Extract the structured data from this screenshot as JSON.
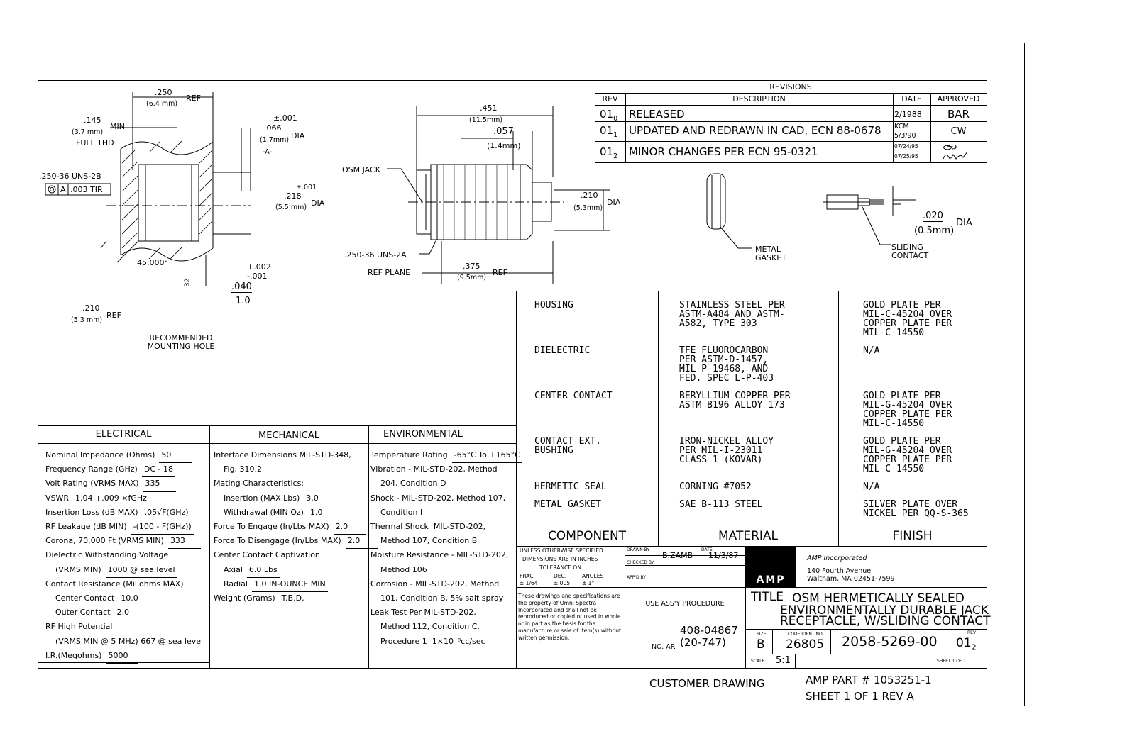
{
  "revisions": {
    "title": "REVISIONS",
    "headers": {
      "rev": "REV",
      "description": "DESCRIPTION",
      "date": "DATE",
      "approved": "APPROVED"
    },
    "rows": [
      {
        "rev": "01",
        "sub": "0",
        "description": "RELEASED",
        "date": "2/1988",
        "approved": "BAR"
      },
      {
        "rev": "01",
        "sub": "1",
        "description": "UPDATED AND REDRAWN IN CAD, ECN 88-0678",
        "date": "KCM",
        "date2": "5/3/90",
        "approved": "CW"
      },
      {
        "rev": "01",
        "sub": "2",
        "description": "MINOR CHANGES PER ECN 95-0321",
        "date": "07/24/95",
        "date2": "07/25/95",
        "approved": ""
      }
    ]
  },
  "drawing": {
    "d_250": ".250",
    "d_250mm": "(6.4 mm)",
    "ref": "REF",
    "d_145": ".145",
    "d_145mm": "(3.7 mm)",
    "min": "MIN",
    "full_thd": "FULL THD",
    "tol_001": "±.001",
    "d_066": ".066",
    "d_066mm": "(1.7mm)",
    "dia": "DIA",
    "datum_a": "-A-",
    "thread_2b": ".250-36 UNS-2B",
    "tir_a": "A",
    "tir_val": ".003 TIR",
    "d_218": ".218",
    "tol_218": "±.001",
    "d_218mm": "(5.5 mm)",
    "angle": "45.000°",
    "tol_plus": "+.002",
    "tol_minus": "-.001",
    "d_040": ".040",
    "d_1_0": "1.0",
    "finish_32": "32",
    "d_210": ".210",
    "d_210mm": "(5.3 mm)",
    "rec_line1": "RECOMMENDED",
    "rec_line2": "MOUNTING HOLE",
    "d_451": ".451",
    "d_451mm": "(11.5mm)",
    "d_057": ".057",
    "d_057mm": "(1.4mm)",
    "osm_jack": "OSM JACK",
    "d_210b": ".210",
    "d_210bmm": "(5.3mm)",
    "thread_2a": ".250-36 UNS-2A",
    "ref_plane": "REF PLANE",
    "d_375": ".375",
    "d_375mm": "(9.5mm)",
    "gasket_line1": "METAL",
    "gasket_line2": "GASKET",
    "d_020": ".020",
    "d_020mm": "(0.5mm)",
    "sliding_line1": "SLIDING",
    "sliding_line2": "CONTACT"
  },
  "materials": {
    "headers": {
      "component": "COMPONENT",
      "material": "MATERIAL",
      "finish": "FINISH"
    },
    "rows": [
      {
        "component": "HOUSING",
        "material": "STAINLESS STEEL PER\nASTM-A484 AND ASTM-\nA582, TYPE 303",
        "finish": "GOLD PLATE PER\nMIL-C-45204 OVER\nCOPPER PLATE PER\nMIL-C-14550"
      },
      {
        "component": "DIELECTRIC",
        "material": "TFE FLUOROCARBON\nPER ASTM-D-1457,\nMIL-P-19468, AND\nFED. SPEC L-P-403",
        "finish": "N/A"
      },
      {
        "component": "CENTER CONTACT",
        "material": "BERYLLIUM COPPER PER\nASTM B196 ALLOY 173",
        "finish": "GOLD PLATE PER\nMIL-G-45204 OVER\nCOPPER PLATE PER\nMIL-C-14550"
      },
      {
        "component": "CONTACT EXT.\nBUSHING",
        "material": "IRON-NICKEL ALLOY\nPER MIL-I-23011\nCLASS 1 (KOVAR)",
        "finish": "GOLD PLATE PER\nMIL-G-45204 OVER\nCOPPER PLATE PER\nMIL-C-14550"
      },
      {
        "component": "HERMETIC SEAL",
        "material": "CORNING #7052",
        "finish": "N/A"
      },
      {
        "component": "METAL GASKET",
        "material": "SAE B-113 STEEL",
        "finish": "SILVER PLATE OVER\nNICKEL PER QQ-S-365"
      }
    ]
  },
  "specs": {
    "electrical": {
      "title": "ELECTRICAL",
      "rows": [
        {
          "label": "Nominal Impedance (Ohms)",
          "value": "50"
        },
        {
          "label": "Frequency Range (GHz)",
          "value": "DC - 18"
        },
        {
          "label": "Volt Rating (VRMS MAX)",
          "value": "335"
        },
        {
          "label": "VSWR",
          "value": "1.04 +.009 ×fGHz"
        },
        {
          "label": "Insertion Loss (dB MAX)",
          "value": ".05√F(GHz)"
        },
        {
          "label": "RF Leakage (dB MIN)",
          "value": "-(100 - F(GHz))"
        },
        {
          "label": "Corona, 70,000 Ft (VRMS MIN)",
          "value": "333"
        },
        {
          "label": "Dielectric Withstanding Voltage",
          "value": ""
        },
        {
          "label": "    (VRMS MIN)",
          "value": "1000 @ sea level"
        },
        {
          "label": "Contact Resistance (Miliohms MAX)",
          "value": ""
        },
        {
          "label": "    Center Contact",
          "value": "10.0"
        },
        {
          "label": "    Outer Contact",
          "value": "2.0"
        },
        {
          "label": "RF High Potential",
          "value": ""
        },
        {
          "label": "    (VRMS MIN @ 5 MHz) 667 @ sea level",
          "value": ""
        },
        {
          "label": "I.R.(Megohms)",
          "value": "5000"
        }
      ]
    },
    "mechanical": {
      "title": "MECHANICAL",
      "rows": [
        {
          "label": "Interface Dimensions MIL-STD-348,",
          "value": ""
        },
        {
          "label": "    Fig. 310.2",
          "value": ""
        },
        {
          "label": "Mating Characteristics:",
          "value": ""
        },
        {
          "label": "    Insertion (MAX Lbs)",
          "value": "3.0"
        },
        {
          "label": "    Withdrawal (MIN Oz)",
          "value": "1.0"
        },
        {
          "label": "Force To Engage (In/Lbs MAX)",
          "value": "2.0"
        },
        {
          "label": "Force To Disengage (In/Lbs MAX)",
          "value": "2.0"
        },
        {
          "label": "Center Contact Captivation",
          "value": ""
        },
        {
          "label": "    Axial",
          "value": "6.0 Lbs"
        },
        {
          "label": "    Radial",
          "value": "1.0 IN-OUNCE MIN"
        },
        {
          "label": "Weight (Grams)",
          "value": "T.B.D."
        }
      ]
    },
    "environmental": {
      "title": "ENVIRONMENTAL",
      "rows": [
        {
          "label": "Temperature Rating",
          "value": "-65°C To +165°C"
        },
        {
          "label": "Vibration - MIL-STD-202, Method",
          "value": ""
        },
        {
          "label": "    204, Condition D",
          "value": ""
        },
        {
          "label": "Shock - MIL-STD-202, Method 107,",
          "value": ""
        },
        {
          "label": "    Condition I",
          "value": ""
        },
        {
          "label": "Thermal Shock  MIL-STD-202,",
          "value": ""
        },
        {
          "label": "    Method 107, Condition B",
          "value": ""
        },
        {
          "label": "Moisture Resistance - MIL-STD-202,",
          "value": ""
        },
        {
          "label": "    Method 106",
          "value": ""
        },
        {
          "label": "Corrosion - MIL-STD-202, Method",
          "value": ""
        },
        {
          "label": "    101, Condition B, 5% salt spray",
          "value": ""
        },
        {
          "label": "Leak Test Per MIL-STD-202,",
          "value": ""
        },
        {
          "label": "    Method 112, Condition C,",
          "value": ""
        },
        {
          "label": "    Procedure 1  1×10⁻⁸cc/sec",
          "value": ""
        }
      ]
    }
  },
  "title_block": {
    "tol_line1": "UNLESS OTHERWISE SPECIFIED",
    "tol_line2": "DIMENSIONS ARE IN INCHES",
    "tol_line3": "TOLERANCE ON",
    "tol_frac": "FRAC.",
    "tol_dec": "DEC.",
    "tol_ang": "ANGLES",
    "tol_frac_v": "± 1/64",
    "tol_dec_v": "±.005",
    "tol_ang_v": "± 1°",
    "drawn_by_label": "DRAWN BY",
    "drawn_by": "B.ZAMB",
    "date_label": "DATE",
    "date": "11/3/87",
    "checked_label": "CHECKED BY",
    "appd_label": "APP'D BY",
    "company": "AMP Incorporated",
    "address1": "140 Fourth Avenue",
    "address2": "Waltham, MA 02451-7599",
    "logo": "AMP",
    "notice": "These drawings and specifications are the property of Omni Spectra Incorporated and shall not be reproduced or copied or used in whole or in part as the basis for the manufacture or sale of item(s) without written permission.",
    "use_assy": "USE ASS'Y PROCEDURE",
    "proc_no": "408-04867",
    "no_ap_label": "NO. AP.",
    "no_ap": "(20-747)",
    "title_label": "TITLE",
    "title_line1": "OSM HERMETICALLY SEALED",
    "title_line2": "ENVIRONMENTALLY DURABLE JACK",
    "title_line3": "RECEPTACLE, W/SLIDING CONTACT",
    "size_label": "SIZE",
    "size": "B",
    "code_label": "CODE IDENT NO.",
    "code": "26805",
    "drawing_no": "2058-5269-00",
    "rev_label": "REV",
    "rev": "01",
    "rev_sub": "2",
    "scale_label": "SCALE",
    "scale": "5:1",
    "sheet_label": "SHEET  1  OF  1"
  },
  "footer": {
    "customer": "CUSTOMER DRAWING",
    "part": "AMP PART # 1053251-1",
    "sheet": "SHEET 1 OF 1  REV A"
  }
}
